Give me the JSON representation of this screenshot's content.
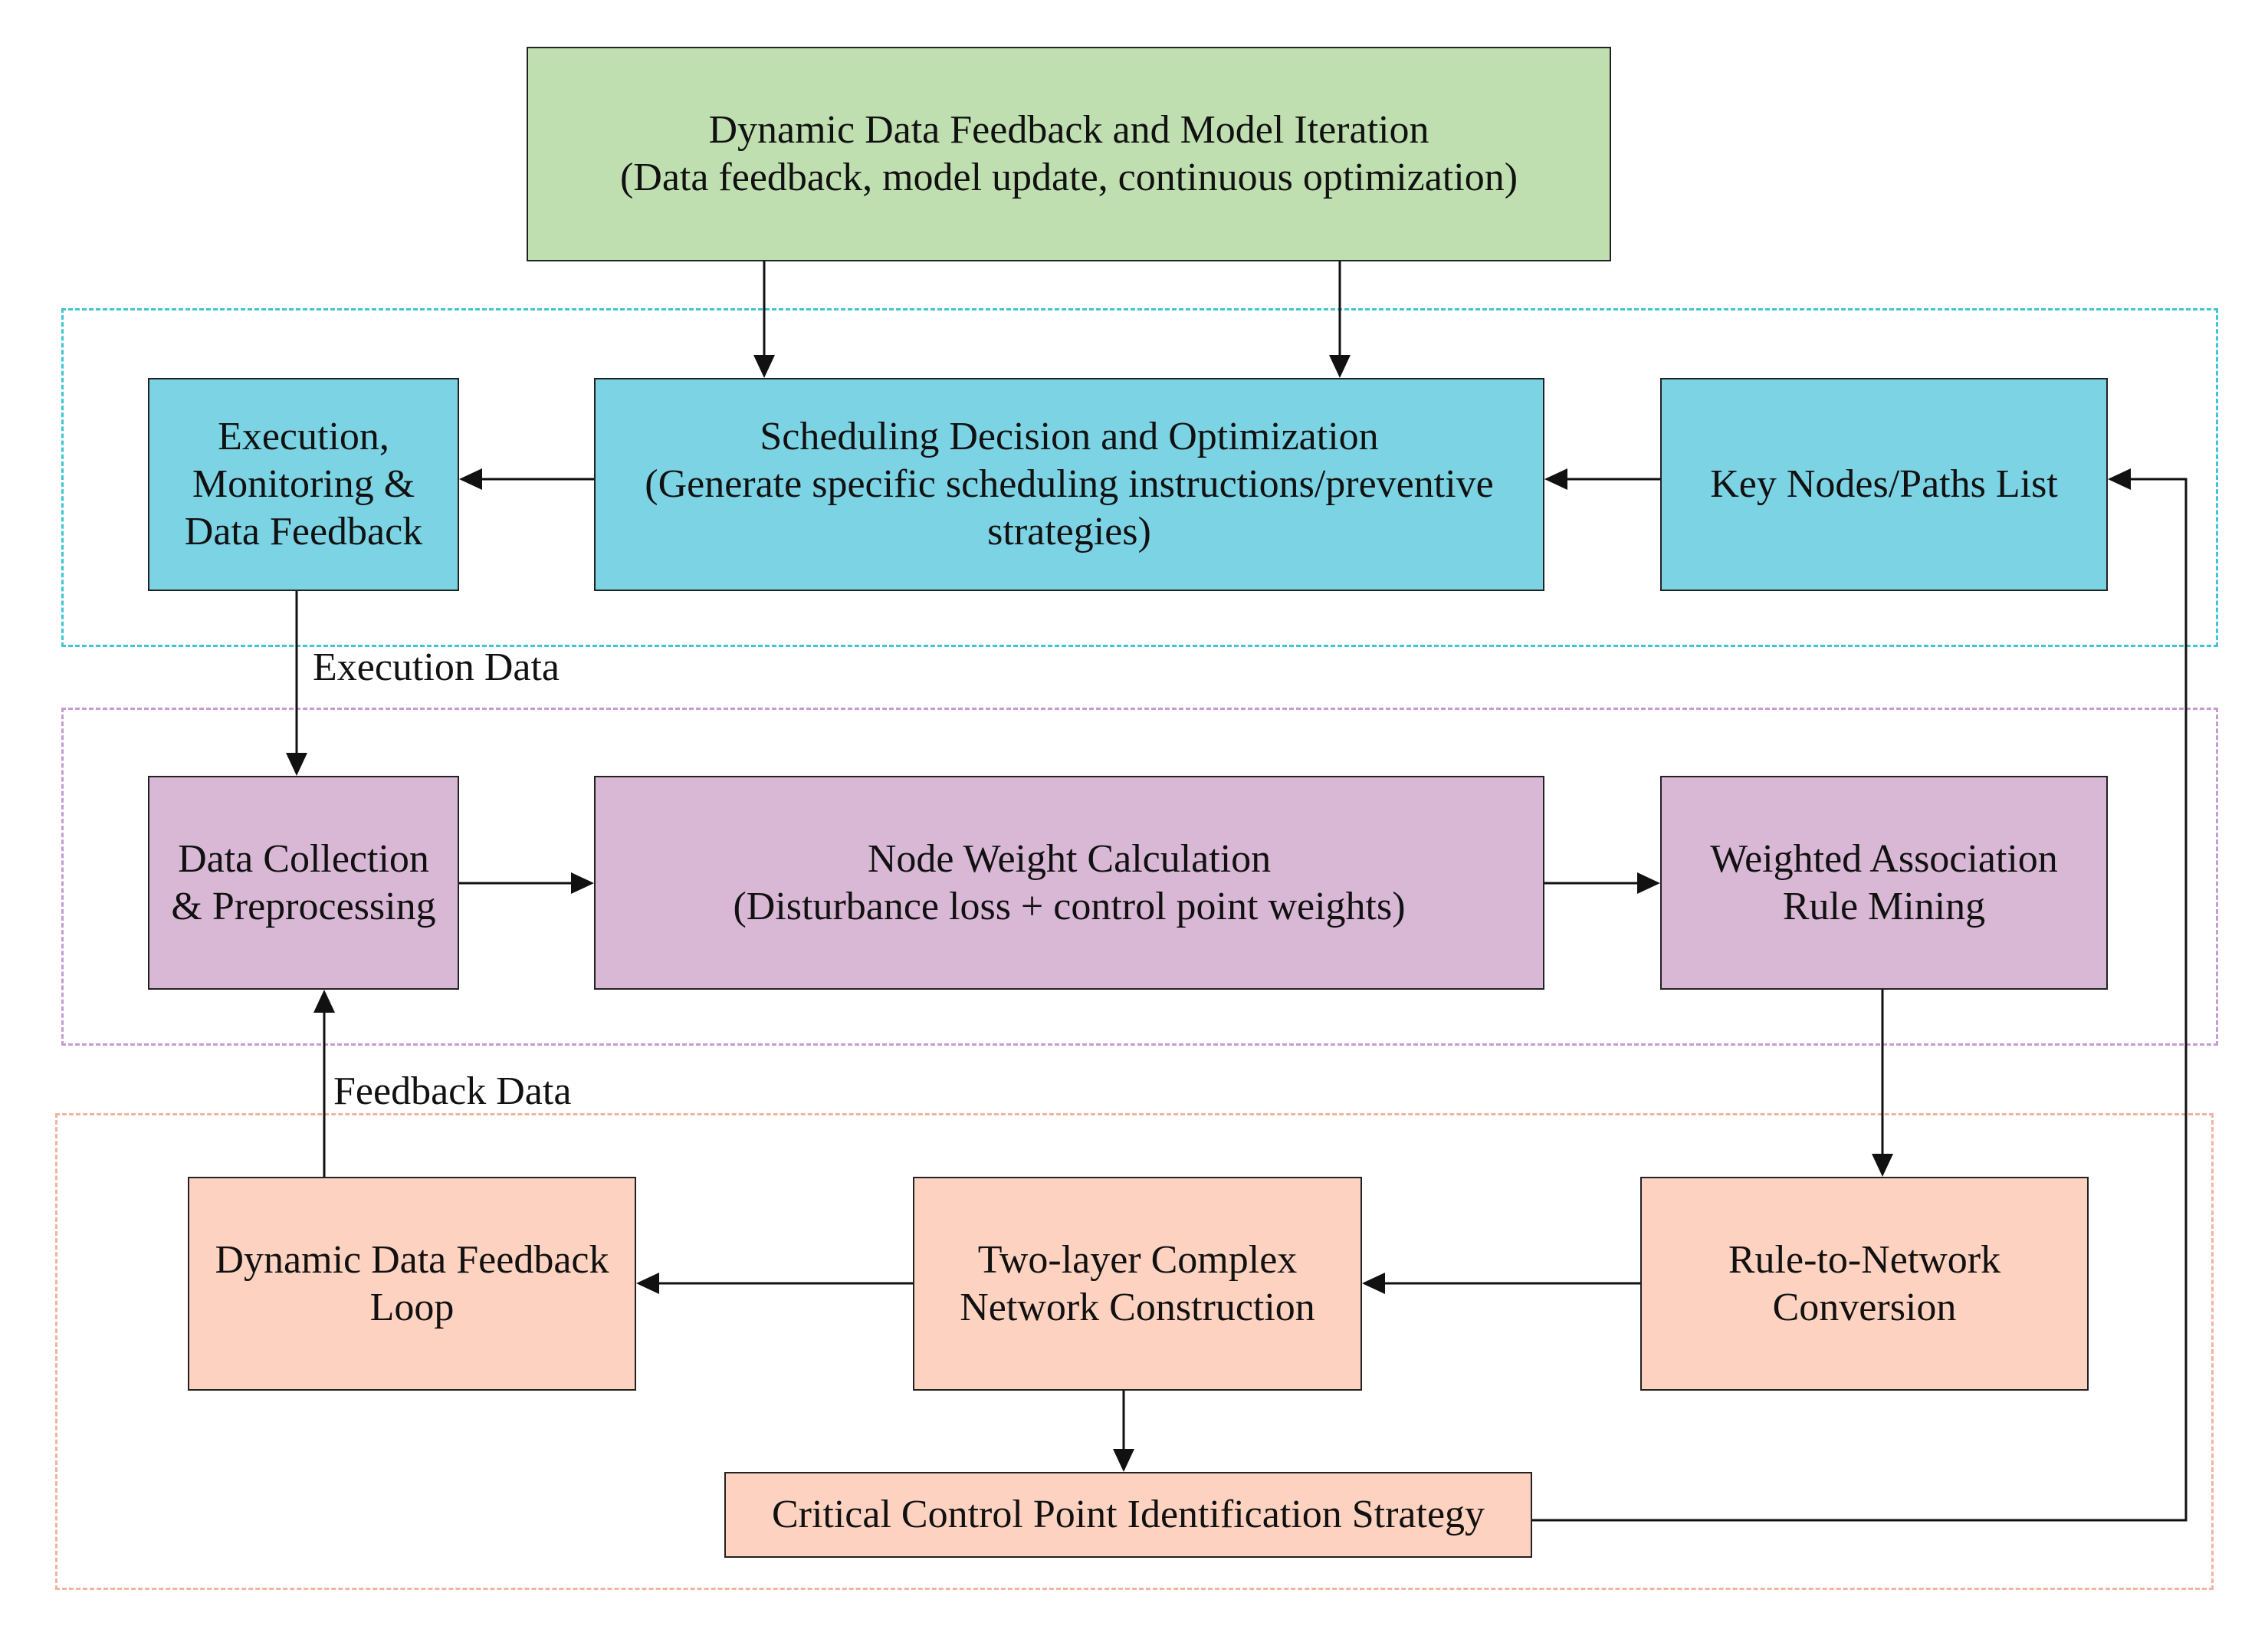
{
  "colors": {
    "green_fill": "#c0dfb1",
    "cyan_fill": "#7bd3e4",
    "purple_fill": "#d9b8d6",
    "salmon_fill": "#fdd2c0",
    "cyan_frame": "#3fc5d6",
    "purple_frame": "#c79bd1",
    "salmon_frame": "#f2b3a0",
    "arrow": "#111111"
  },
  "nodes": {
    "top": {
      "line1": "Dynamic Data Feedback and Model Iteration",
      "line2": "(Data feedback, model update, continuous optimization)"
    },
    "execution": {
      "line1": "Execution,",
      "line2": "Monitoring &",
      "line3": "Data Feedback"
    },
    "scheduling": {
      "line1": "Scheduling Decision and Optimization",
      "line2": "(Generate specific scheduling instructions/preventive",
      "line3": "strategies)"
    },
    "key_nodes": {
      "line1": "Key Nodes/Paths List"
    },
    "data_collection": {
      "line1": "Data Collection",
      "line2": "& Preprocessing"
    },
    "node_weight": {
      "line1": "Node Weight Calculation",
      "line2": "(Disturbance loss + control point weights)"
    },
    "weighted_rule": {
      "line1": "Weighted Association",
      "line2": "Rule Mining"
    },
    "feedback_loop": {
      "line1": "Dynamic Data Feedback",
      "line2": "Loop"
    },
    "two_layer": {
      "line1": "Two-layer Complex",
      "line2": "Network Construction"
    },
    "rule_to_network": {
      "line1": "Rule-to-Network",
      "line2": "Conversion"
    },
    "critical": {
      "line1": "Critical Control Point Identification Strategy"
    }
  },
  "edge_labels": {
    "execution_data": "Execution Data",
    "feedback_data": "Feedback Data"
  }
}
